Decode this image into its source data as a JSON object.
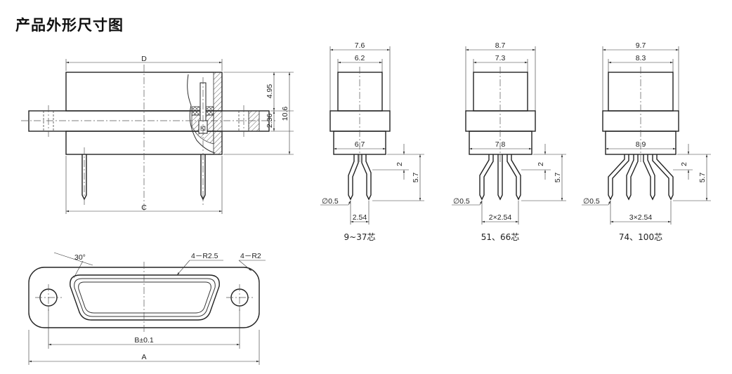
{
  "title": "产品外形尺寸图",
  "front_view": {
    "dim_D": "D",
    "dim_C": "C",
    "dim_4_95": "4.95",
    "dim_2_36": "2.36",
    "dim_10_6": "10.6"
  },
  "bottom_view": {
    "angle": "30°",
    "radius_inner": "4－R2.5",
    "radius_outer": "4－R2",
    "dim_B": "B±0.1",
    "dim_A": "A"
  },
  "side_views": [
    {
      "caption": "9~37芯",
      "top_outer": "7.6",
      "top_inner": "6.2",
      "body": "6.7",
      "pin_dia": "∅0.5",
      "pitch": "2.54",
      "bend": "2",
      "height": "5.7"
    },
    {
      "caption": "51、66芯",
      "top_outer": "8.7",
      "top_inner": "7.3",
      "body": "7.8",
      "pin_dia": "∅0.5",
      "pitch": "2×2.54",
      "bend": "2",
      "height": "5.7"
    },
    {
      "caption": "74、100芯",
      "top_outer": "9.7",
      "top_inner": "8.3",
      "body": "8.9",
      "pin_dia": "∅0.5",
      "pitch": "3×2.54",
      "bend": "2",
      "height": "5.7"
    }
  ]
}
